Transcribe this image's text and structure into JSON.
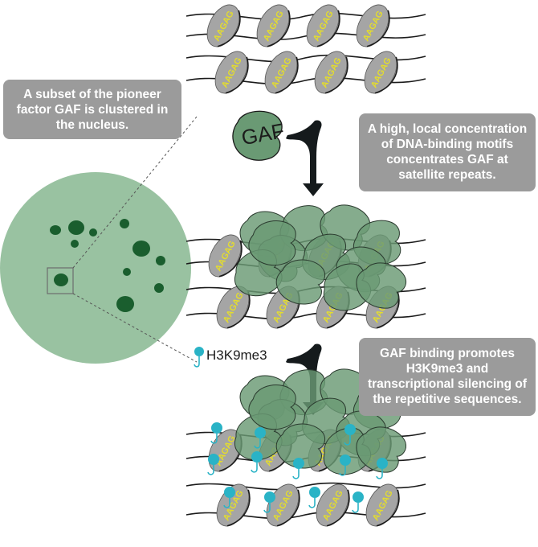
{
  "callouts": {
    "gaf_clustered": "A subset of the pioneer factor GAF is clustered in the nucleus.",
    "concentration": "A high, local concentration of DNA-binding motifs concentrates GAF at satellite repeats.",
    "silencing": "GAF binding promotes H3K9me3 and transcriptional silencing of the repetitive sequences."
  },
  "labels": {
    "gaf": "GAF",
    "motif": "AAGAG",
    "mark": "H3K9me3"
  },
  "colors": {
    "nucleus": "#99c2a1",
    "cluster": "#1a5e2e",
    "gaf_protein": "#6a9a74",
    "nucleosome": "#a5a5a5",
    "motif_text": "#e3dc2f",
    "methyl_mark": "#2ab3c6",
    "arrow": "#151a1c",
    "callout_bg": "#9b9b9b"
  }
}
